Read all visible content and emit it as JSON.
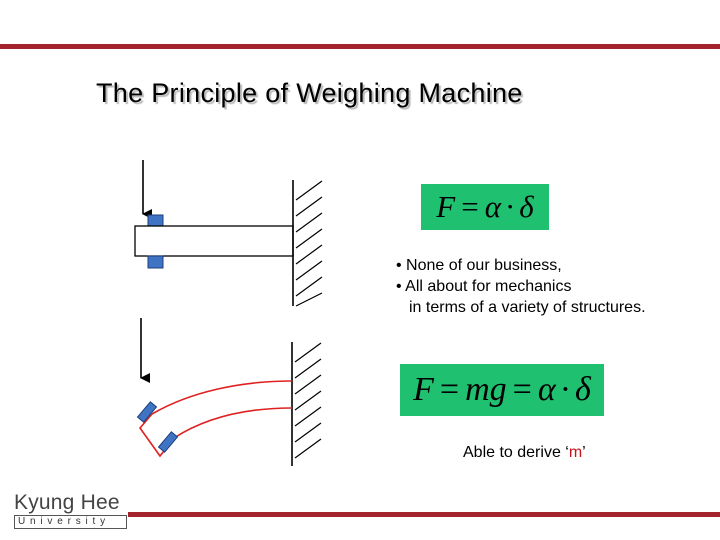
{
  "slide": {
    "title": "The Principle of Weighing Machine",
    "accent_color": "#a3242d"
  },
  "equations": {
    "eq1": {
      "lhs": "F",
      "op": "=",
      "alpha": "α",
      "dot": "·",
      "delta": "δ"
    },
    "eq2": {
      "lhs": "F",
      "op1": "=",
      "mid": "mg",
      "op2": "=",
      "alpha": "α",
      "dot": "·",
      "delta": "δ"
    },
    "box_color": "#1fc070"
  },
  "bullets": {
    "line1": "• None of our business,",
    "line2": "• All about for mechanics",
    "line3": "in terms of a variety of structures."
  },
  "derive": {
    "prefix": "Able to derive ",
    "open_quote": "‘",
    "variable": "m",
    "close_quote": "’"
  },
  "logo": {
    "name": "Kyung Hee",
    "subtitle": "University"
  }
}
